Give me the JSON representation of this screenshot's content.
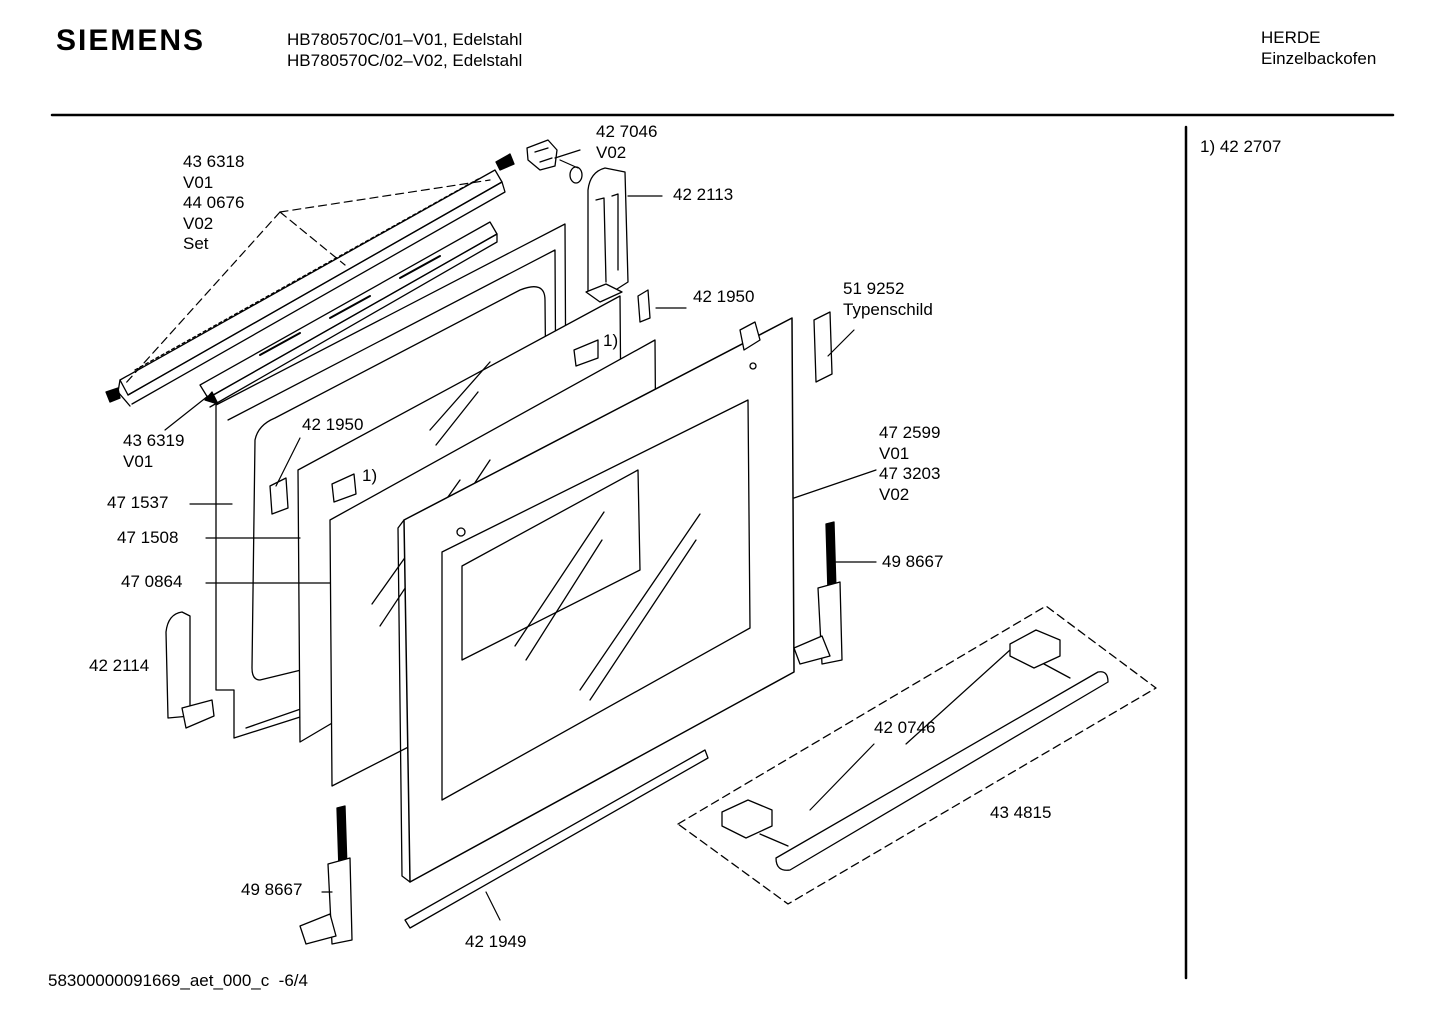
{
  "header": {
    "brand": "SIEMENS",
    "models": [
      "HB780570C/01–V01, Edelstahl",
      "HB780570C/02–V02, Edelstahl"
    ],
    "category": "HERDE",
    "subcategory": "Einzelbackofen"
  },
  "footnote": "1) 42 2707",
  "footer": "58300000091669_aet_000_c  -6/4",
  "labels": {
    "l436318": "43 6318\nV01\n44 0676\nV02\nSet",
    "l427046": "42 7046\nV02",
    "l422113": "42 2113",
    "l421950a": "42 1950",
    "l519252": "51 9252\nTypenschild",
    "l436319": "43 6319\nV01",
    "l421950b": "42 1950",
    "l472599": "47 2599\nV01\n47 3203\nV02",
    "l471537": "47 1537",
    "l471508": "47 1508",
    "l470864": "47 0864",
    "l498667a": "49 8667",
    "l422114": "42 2114",
    "l420746": "42 0746",
    "l434815": "43 4815",
    "l498667b": "49 8667",
    "l421949": "42 1949",
    "note1a": "1)",
    "note1b": "1)"
  }
}
